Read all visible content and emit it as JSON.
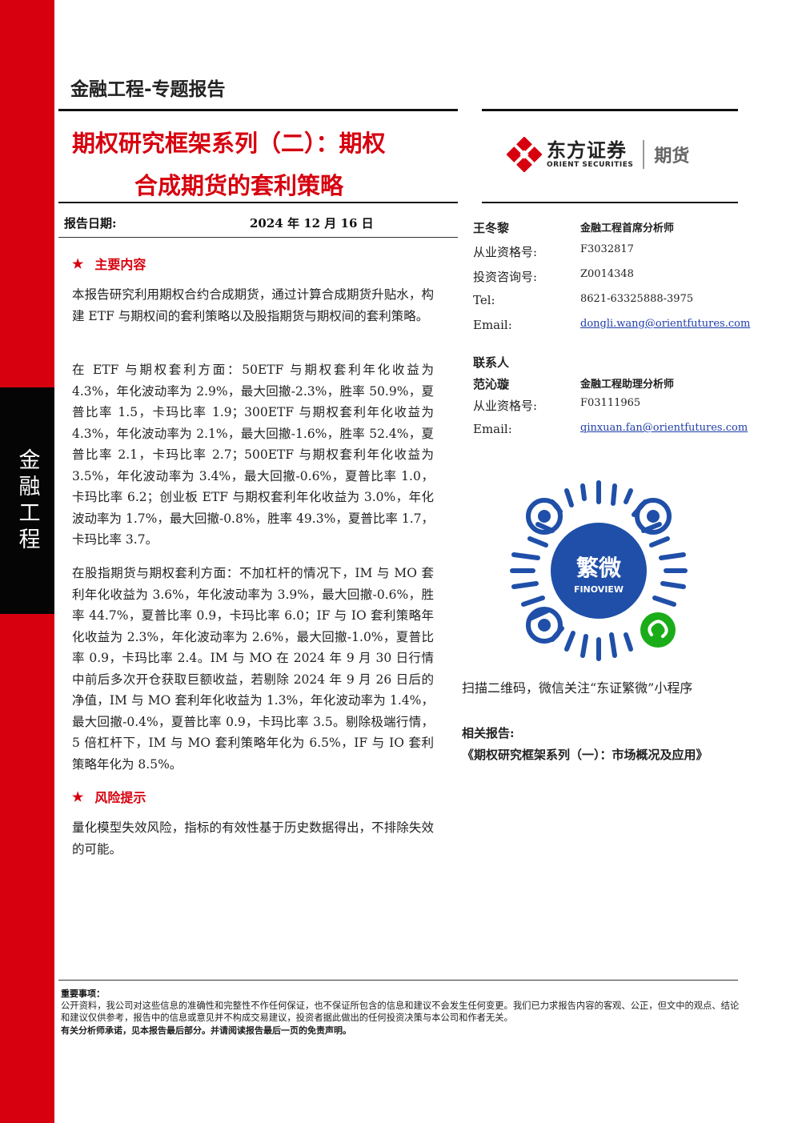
{
  "side_tab": "金融工程",
  "header": {
    "category": "金融工程-专题报告",
    "title_line1": "期权研究框架系列（二）：期权",
    "title_line2": "合成期货的套利策略"
  },
  "logo": {
    "name_cn": "东方证券",
    "name_en": "ORIENT SECURITIES",
    "suffix": "期货"
  },
  "report_date": {
    "label": "报告日期:",
    "value": "2024 年 12 月 16 日"
  },
  "main": {
    "heading": "主要内容",
    "paragraphs": [
      "本报告研究利用期权合约合成期货，通过计算合成期货升贴水，构建 ETF 与期权间的套利策略以及股指期货与期权间的套利策略。",
      "在 ETF 与期权套利方面：50ETF 与期权套利年化收益为 4.3%，年化波动率为 2.9%，最大回撤-2.3%，胜率 50.9%，夏普比率 1.5，卡玛比率 1.9；300ETF 与期权套利年化收益为 4.3%，年化波动率为 2.1%，最大回撤-1.6%，胜率 52.4%，夏普比率 2.1，卡玛比率 2.7；500ETF 与期权套利年化收益为 3.5%，年化波动率为 3.4%，最大回撤-0.6%，夏普比率 1.0，卡玛比率 6.2；创业板 ETF 与期权套利年化收益为 3.0%，年化波动率为 1.7%，最大回撤-0.8%，胜率 49.3%，夏普比率 1.7，卡玛比率 3.7。",
      "在股指期货与期权套利方面：不加杠杆的情况下，IM 与 MO 套利年化收益为 3.6%，年化波动率为 3.9%，最大回撤-0.6%，胜率 44.7%，夏普比率 0.9，卡玛比率 6.0；IF 与 IO 套利策略年化收益为 2.3%，年化波动率为 2.6%，最大回撤-1.0%，夏普比率 0.9，卡玛比率 2.4。IM 与 MO 在 2024 年 9 月 30 日行情中前后多次开仓获取巨额收益，若剔除 2024 年 9 月 26 日后的净值，IM 与 MO 套利年化收益为 1.3%，年化波动率为 1.4%，最大回撤-0.4%，夏普比率 0.9，卡玛比率 3.5。剔除极端行情，5 倍杠杆下，IM 与 MO 套利策略年化为 6.5%，IF 与 IO 套利策略年化为 8.5%。"
    ]
  },
  "risk": {
    "heading": "风险提示",
    "text": "量化模型失效风险，指标的有效性基于历史数据得出，不排除失效的可能。"
  },
  "analysts": {
    "a1_name": "王冬黎",
    "a1_title": "金融工程首席分析师",
    "a1_qual_label": "从业资格号:",
    "a1_qual": "F3032817",
    "a1_consult_label": "投资咨询号:",
    "a1_consult": "Z0014348",
    "a1_tel_label": "Tel:",
    "a1_tel": "8621-63325888-3975",
    "a1_email_label": "Email:",
    "a1_email": "dongli.wang@orientfutures.com",
    "contact_label": "联系人",
    "a2_name": "范沁璇",
    "a2_title": "金融工程助理分析师",
    "a2_qual_label": "从业资格号:",
    "a2_qual": "F03111965",
    "a2_email_label": "Email:",
    "a2_email": "qinxuan.fan@orientfutures.com"
  },
  "qr": {
    "center_cn": "繁微",
    "center_en": "FINOVIEW",
    "caption": "扫描二维码，微信关注“东证繁微”小程序"
  },
  "related": {
    "label": "相关报告:",
    "item": "《期权研究框架系列（一）：市场概况及应用》"
  },
  "footer": {
    "heading": "重要事项：",
    "body": "公开资料，我公司对这些信息的准确性和完整性不作任何保证，也不保证所包含的信息和建议不会发生任何变更。我们已力求报告内容的客观、公正，但文中的观点、结论和建议仅供参考，报告中的信息或意见并不构成交易建议，投资者据此做出的任何投资决策与本公司和作者无关。",
    "last": "有关分析师承诺，见本报告最后部分。并请阅读报告最后一页的免责声明。"
  },
  "colors": {
    "brand_red": "#d7000f",
    "black_tab": "#050505",
    "qr_blue": "#1f4fa8",
    "qr_green": "#1aad19"
  }
}
